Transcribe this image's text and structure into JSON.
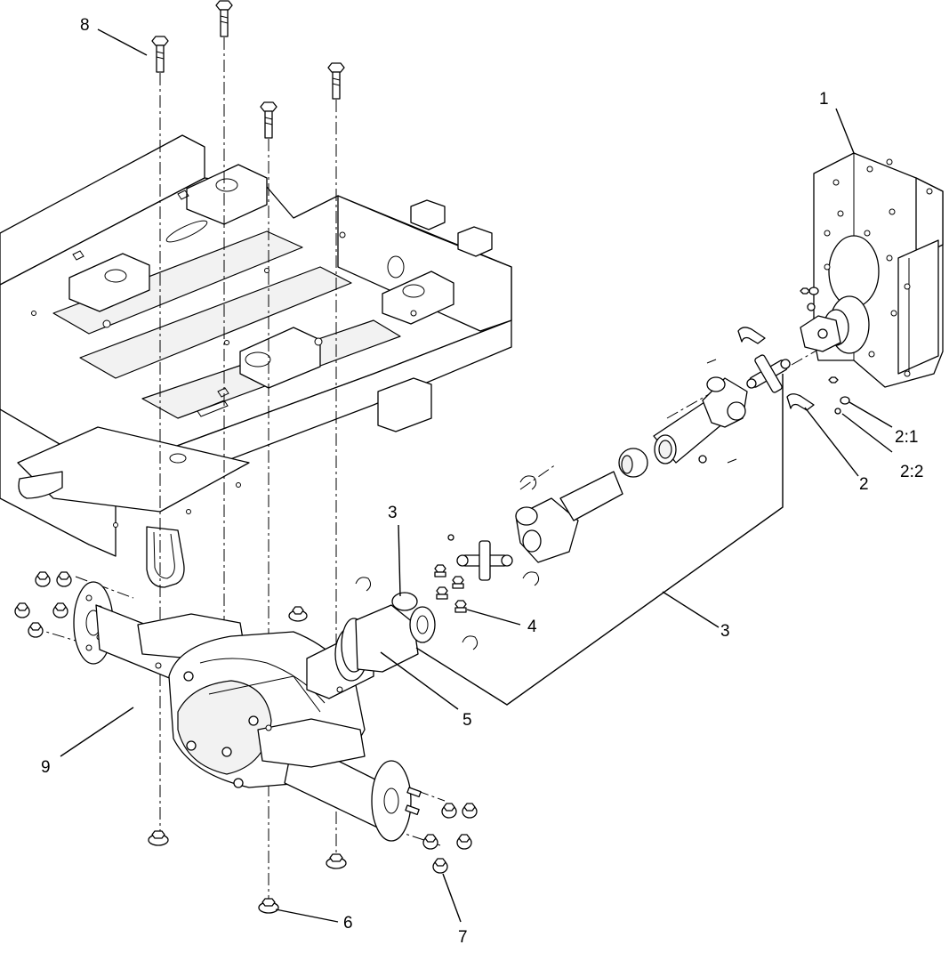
{
  "callouts": {
    "c1": "1",
    "c2": "2",
    "c2_1": "2:1",
    "c2_2": "2:2",
    "c3_top": "3",
    "c3_right": "3",
    "c4": "4",
    "c5": "5",
    "c6": "6",
    "c7": "7",
    "c8": "8",
    "c9": "9"
  }
}
